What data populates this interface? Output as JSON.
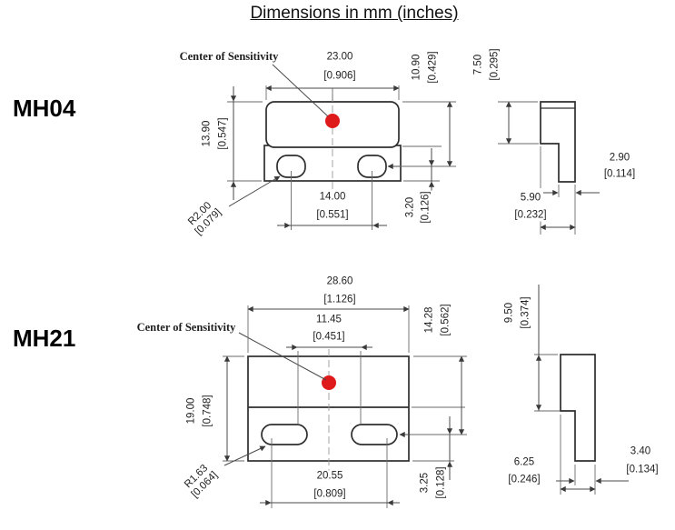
{
  "title": "Dimensions in mm (inches)",
  "colors": {
    "sensitivity_dot": "#df1a1a",
    "line": "#333333"
  },
  "parts": [
    {
      "label": "MH04",
      "center_of_sensitivity": "Center of Sensitivity",
      "dims": {
        "width_mm": "23.00",
        "width_in": "[0.906]",
        "height_mm": "13.90",
        "height_in": "[0.547]",
        "top_to_slot_mm": "10.90",
        "top_to_slot_in": "[0.429]",
        "slot_to_bottom_mm": "3.20",
        "slot_to_bottom_in": "[0.126]",
        "slot_spacing_mm": "14.00",
        "slot_spacing_in": "[0.551]",
        "slot_radius_mm": "R2.00",
        "slot_radius_in": "[0.079]",
        "side_height_mm": "7.50",
        "side_height_in": "[0.295]",
        "side_depth_mm": "5.90",
        "side_depth_in": "[0.232]",
        "side_leg_mm": "2.90",
        "side_leg_in": "[0.114]"
      }
    },
    {
      "label": "MH21",
      "center_of_sensitivity": "Center of Sensitivity",
      "dims": {
        "width_mm": "28.60",
        "width_in": "[1.126]",
        "inner_width_mm": "11.45",
        "inner_width_in": "[0.451]",
        "height_mm": "19.00",
        "height_in": "[0.748]",
        "top_to_slot_mm": "14.28",
        "top_to_slot_in": "[0.562]",
        "slot_to_bottom_mm": "3.25",
        "slot_to_bottom_in": "[0.128]",
        "slot_spacing_mm": "20.55",
        "slot_spacing_in": "[0.809]",
        "slot_radius_mm": "R1.63",
        "slot_radius_in": "[0.064]",
        "side_height_mm": "9.50",
        "side_height_in": "[0.374]",
        "side_depth_mm": "6.25",
        "side_depth_in": "[0.246]",
        "side_leg_mm": "3.40",
        "side_leg_in": "[0.134]"
      }
    }
  ]
}
